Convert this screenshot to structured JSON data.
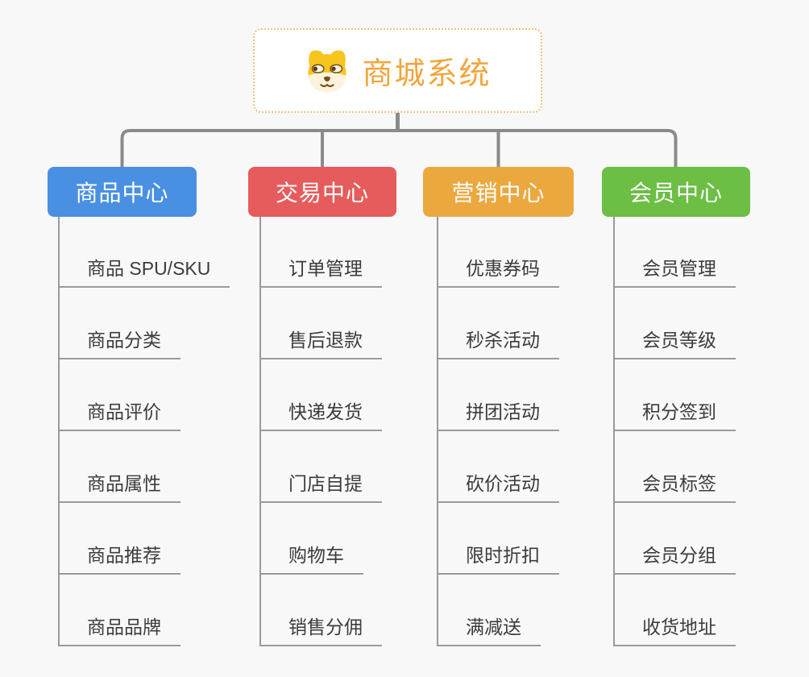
{
  "page": {
    "background": "#f8f8f8"
  },
  "root": {
    "label": "商城系统",
    "icon": "dog-face-icon",
    "text_color": "#F1A63D",
    "border_color": "#EFC27A",
    "background": "#ffffff"
  },
  "connector": {
    "main_color": "#8a8a8a",
    "line_color": "#9a9a9a"
  },
  "branches": [
    {
      "label": "商品中心",
      "color": "#4A90E2",
      "children": [
        "商品 SPU/SKU",
        "商品分类",
        "商品评价",
        "商品属性",
        "商品推荐",
        "商品品牌"
      ]
    },
    {
      "label": "交易中心",
      "color": "#E65C5C",
      "children": [
        "订单管理",
        "售后退款",
        "快递发货",
        "门店自提",
        "购物车",
        "销售分佣"
      ]
    },
    {
      "label": "营销中心",
      "color": "#EBA83F",
      "children": [
        "优惠券码",
        "秒杀活动",
        "拼团活动",
        "砍价活动",
        "限时折扣",
        "满减送"
      ]
    },
    {
      "label": "会员中心",
      "color": "#6CBE45",
      "children": [
        "会员管理",
        "会员等级",
        "积分签到",
        "会员标签",
        "会员分组",
        "收货地址"
      ]
    }
  ]
}
